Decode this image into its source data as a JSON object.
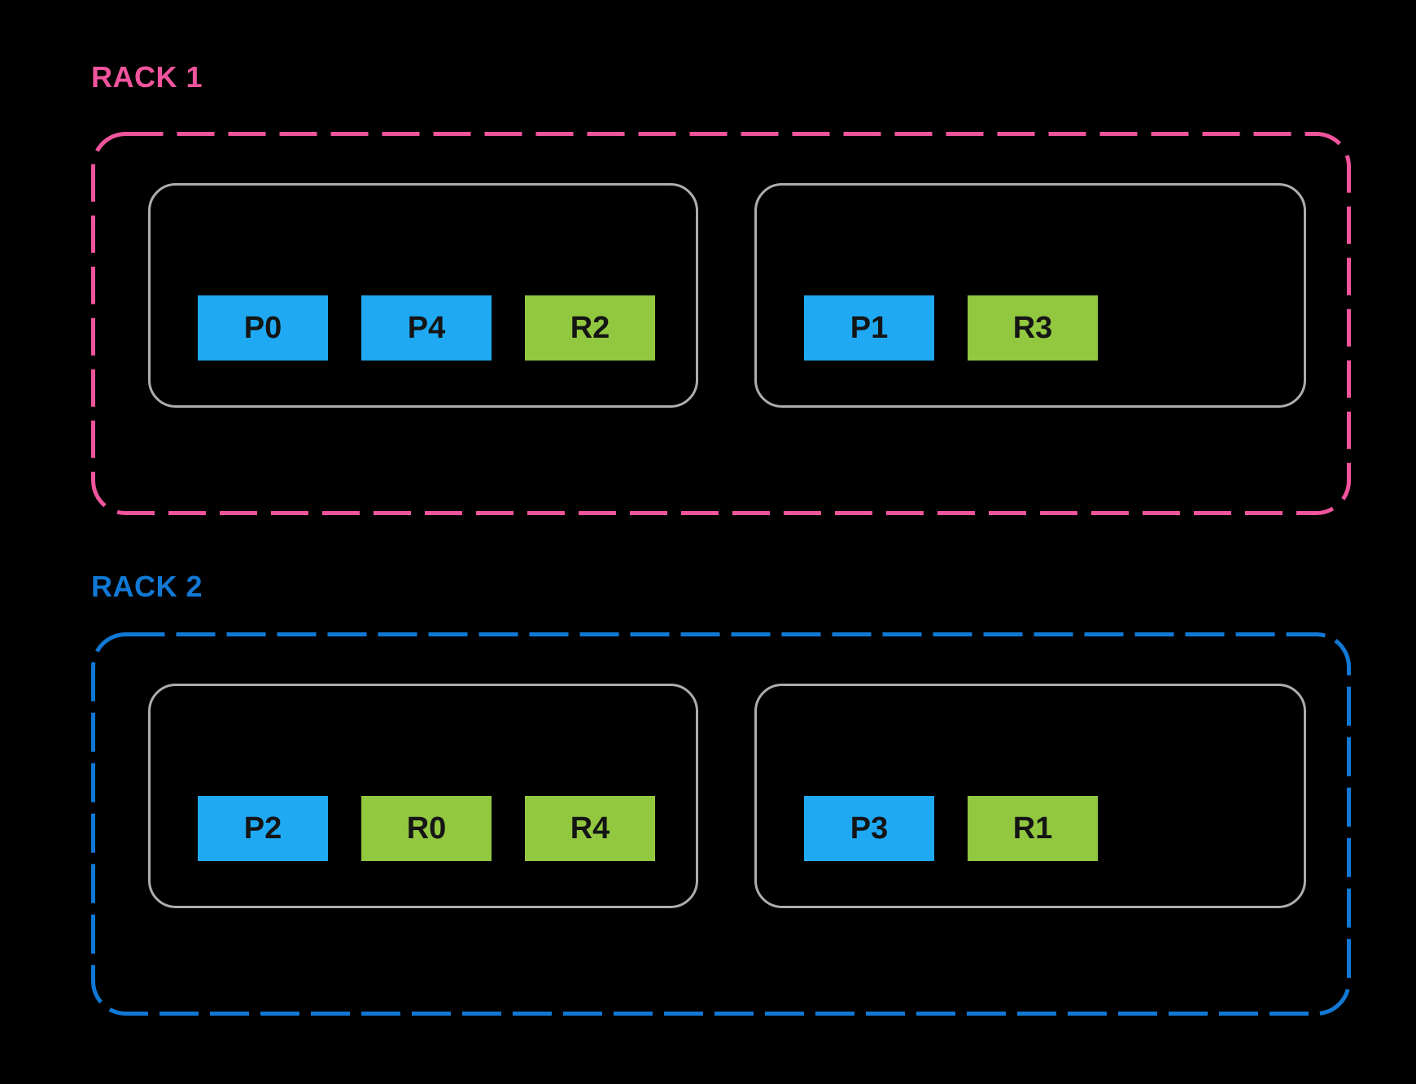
{
  "background": "#000000",
  "node_border_color": "#ADADAD",
  "chip_colors": {
    "primary": "#1FA9F2",
    "replica": "#92C840"
  },
  "racks": [
    {
      "label": "RACK 1",
      "color": "#F0549C",
      "nodes": [
        {
          "chips": [
            {
              "label": "P0",
              "type": "primary"
            },
            {
              "label": "P4",
              "type": "primary"
            },
            {
              "label": "R2",
              "type": "replica"
            }
          ]
        },
        {
          "chips": [
            {
              "label": "P1",
              "type": "primary"
            },
            {
              "label": "R3",
              "type": "replica"
            }
          ]
        }
      ]
    },
    {
      "label": "RACK 2",
      "color": "#1178D4",
      "nodes": [
        {
          "chips": [
            {
              "label": "P2",
              "type": "primary"
            },
            {
              "label": "R0",
              "type": "replica"
            },
            {
              "label": "R4",
              "type": "replica"
            }
          ]
        },
        {
          "chips": [
            {
              "label": "P3",
              "type": "primary"
            },
            {
              "label": "R1",
              "type": "replica"
            }
          ]
        }
      ]
    }
  ]
}
